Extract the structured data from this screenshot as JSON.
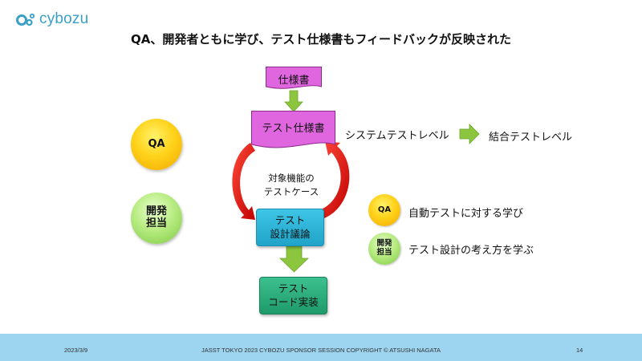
{
  "header": {
    "logo_text": "cybozu",
    "title": "QA、開発者ともに学び、テスト仕様書もフィードバックが反映された"
  },
  "flow": {
    "spec_small": "仕様書",
    "test_spec": "テスト仕様書",
    "feature_label_line1": "対象機能の",
    "feature_label_line2": "テストケース",
    "design_line1": "テスト",
    "design_line2": "設計議論",
    "code_line1": "テスト",
    "code_line2": "コード実装"
  },
  "levels": {
    "system": "システムテストレベル",
    "integration": "結合テストレベル"
  },
  "roles": {
    "qa": "QA",
    "dev_line1": "開発",
    "dev_line2": "担当"
  },
  "legend": {
    "qa_label": "QA",
    "qa_text": "自動テストに対する学び",
    "dev_line1": "開発",
    "dev_line2": "担当",
    "dev_text": "テスト設計の考え方を学ぶ"
  },
  "footer": {
    "date": "2023/3/9",
    "center": "JASST TOKYO 2023 CYBOZU SPONSOR SESSION     COPYRIGHT © ATSUSHI NAGATA",
    "page": "14"
  },
  "colors": {
    "spec_fill": "#e066e0",
    "arrow_green": "#8cc63f",
    "cycle_red": "#e01010",
    "footer_bg": "#9dd4ef",
    "logo": "#3aa0c6"
  }
}
